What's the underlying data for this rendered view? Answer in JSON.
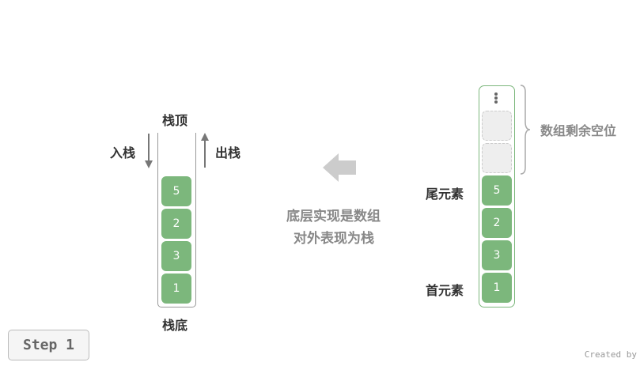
{
  "stack": {
    "top_label": "栈顶",
    "bottom_label": "栈底",
    "push_label": "入栈",
    "pop_label": "出栈",
    "items": [
      "5",
      "2",
      "3",
      "1"
    ]
  },
  "middle": {
    "line1": "底层实现是数组",
    "line2": "对外表现为栈"
  },
  "array": {
    "tail_label": "尾元素",
    "head_label": "首元素",
    "remaining_label": "数组剩余空位",
    "items": [
      "5",
      "2",
      "3",
      "1"
    ]
  },
  "step_button": "Step 1",
  "footer": "Created by",
  "colors": {
    "cell": "#7cb77c",
    "arrow": "#cccccc",
    "text": "#333333"
  }
}
